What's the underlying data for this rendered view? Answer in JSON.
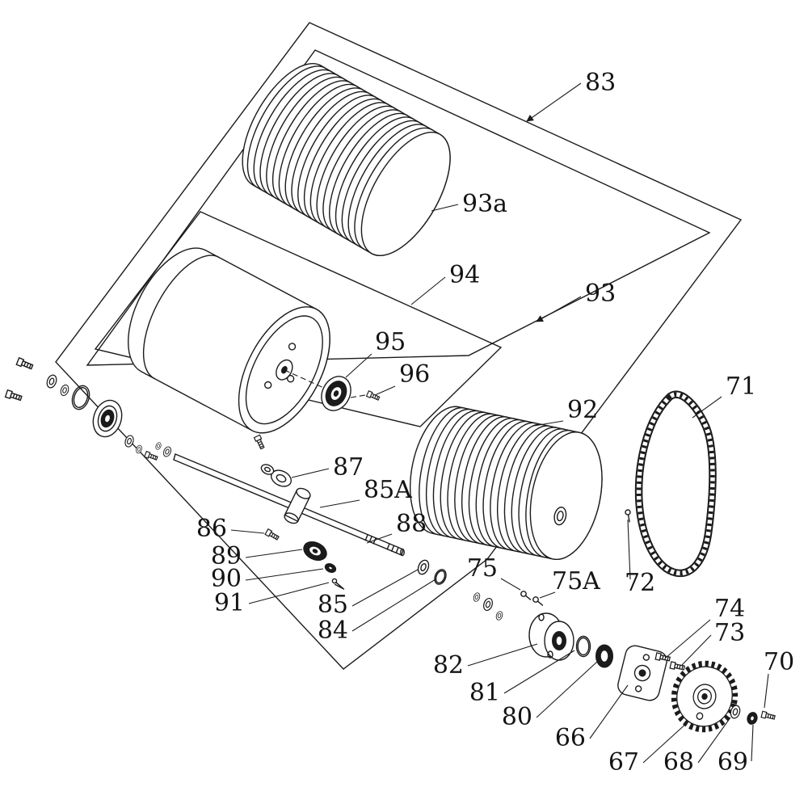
{
  "diagram": {
    "background_color": "#ffffff",
    "line_color": "#1b1b1b",
    "labels": {
      "p83": "83",
      "p93a": "93a",
      "p94": "94",
      "p93": "93",
      "p95": "95",
      "p96": "96",
      "p92": "92",
      "p71": "71",
      "p72": "72",
      "p87": "87",
      "p85A": "85A",
      "p88": "88",
      "p86": "86",
      "p89": "89",
      "p90": "90",
      "p91": "91",
      "p85": "85",
      "p84": "84",
      "p75": "75",
      "p75A": "75A",
      "p82": "82",
      "p81": "81",
      "p80": "80",
      "p66": "66",
      "p67": "67",
      "p68": "68",
      "p69": "69",
      "p70": "70",
      "p73": "73",
      "p74": "74"
    }
  }
}
